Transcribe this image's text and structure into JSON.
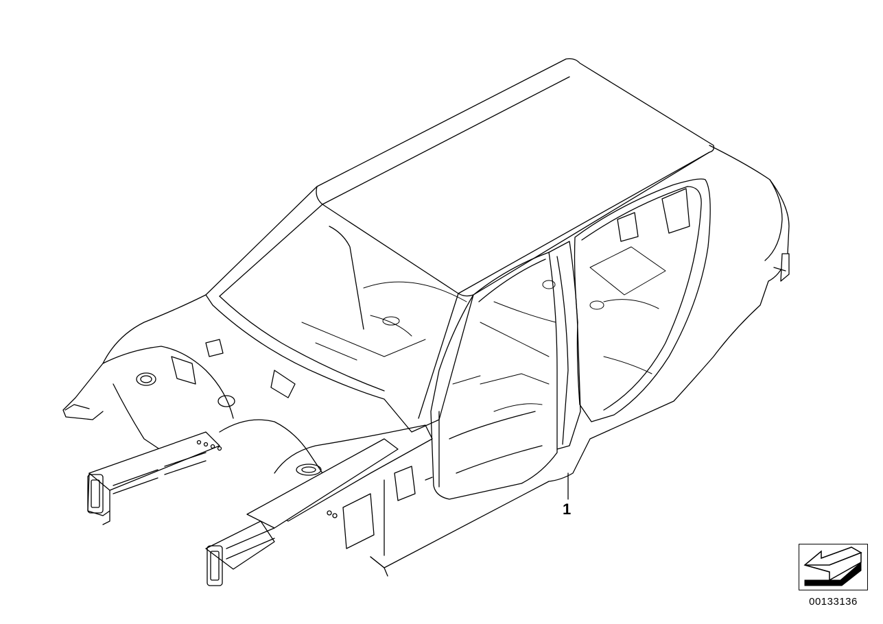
{
  "diagram": {
    "subject": "body-in-white-car-frame",
    "line_color": "#000000",
    "background_color": "#ffffff"
  },
  "callouts": [
    {
      "label": "1"
    }
  ],
  "view_icon": {
    "icon": "direction-arrow-icon"
  },
  "document_number": "00133136"
}
